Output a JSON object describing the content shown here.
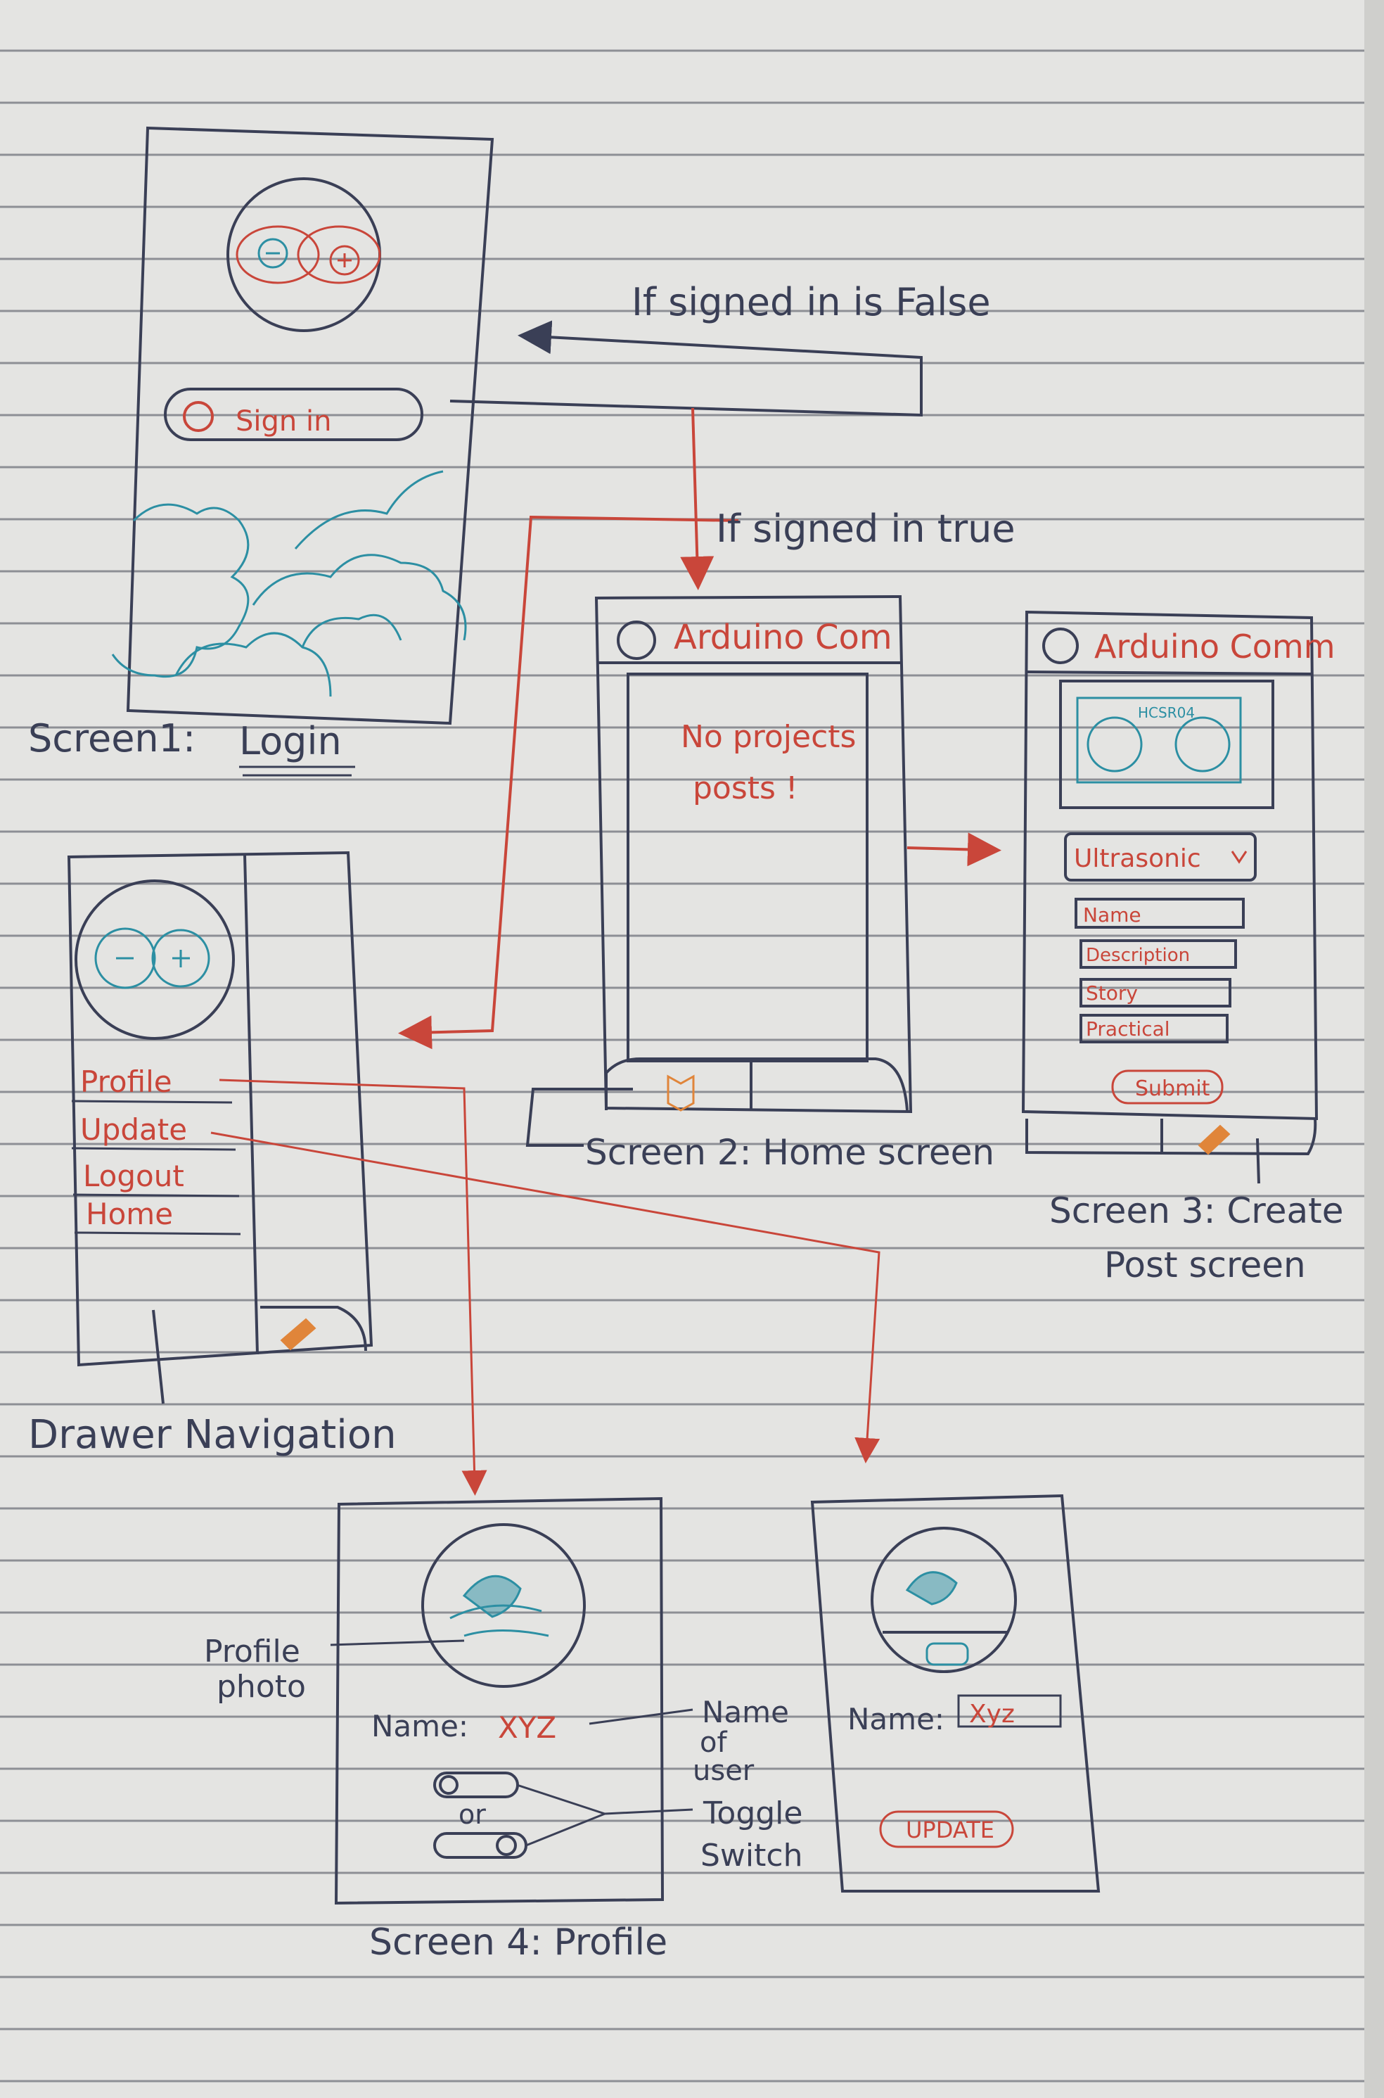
{
  "colors": {
    "ink": "#3a3f56",
    "red_ink": "#c9463a",
    "teal_ink": "#2c8fa3",
    "paper": "#e4e4e2",
    "rule_line": "#8d8f95"
  },
  "flow": {
    "signed_in_false": "If signed in is False",
    "signed_in_true": "If signed in true"
  },
  "screen1": {
    "sign_in_button": "Sign in",
    "caption_prefix": "Screen1:",
    "caption_title": "Login",
    "logo_icons": [
      "minus-icon",
      "plus-icon",
      "infinity-logo"
    ]
  },
  "screen2": {
    "app_title": "Arduino Com",
    "empty_line1": "No projects",
    "empty_line2": "posts !",
    "caption": "Screen 2: Home screen",
    "icons": [
      "app-logo-icon",
      "book-icon"
    ]
  },
  "screen3": {
    "app_title": "Arduino Comm",
    "sensor_label": "HCSR04",
    "dropdown_value": "Ultrasonic",
    "fields": [
      "Name",
      "Description",
      "Story",
      "Practical"
    ],
    "submit_button": "Submit",
    "caption_line1": "Screen 3: Create",
    "caption_line2": "Post screen",
    "icons": [
      "pencil-icon",
      "chevron-down-icon"
    ]
  },
  "drawer": {
    "menu_items": [
      "Profile",
      "Update",
      "Logout",
      "Home"
    ],
    "caption": "Drawer Navigation",
    "icons": [
      "minus-icon",
      "plus-icon",
      "pencil-icon"
    ]
  },
  "screen4": {
    "name_label": "Name:",
    "name_value": "XYZ",
    "or_text": "or",
    "caption": "Screen 4: Profile",
    "annotations": {
      "profile_photo_line1": "Profile",
      "profile_photo_line2": "photo",
      "name_of_user_line1": "Name",
      "name_of_user_line2": "of",
      "name_of_user_line3": "user",
      "toggle_line1": "Toggle",
      "toggle_line2": "Switch"
    }
  },
  "update_screen": {
    "name_label": "Name:",
    "name_input_value": "Xyz",
    "update_button": "UPDATE",
    "icons": [
      "avatar-icon",
      "camera-icon"
    ]
  }
}
